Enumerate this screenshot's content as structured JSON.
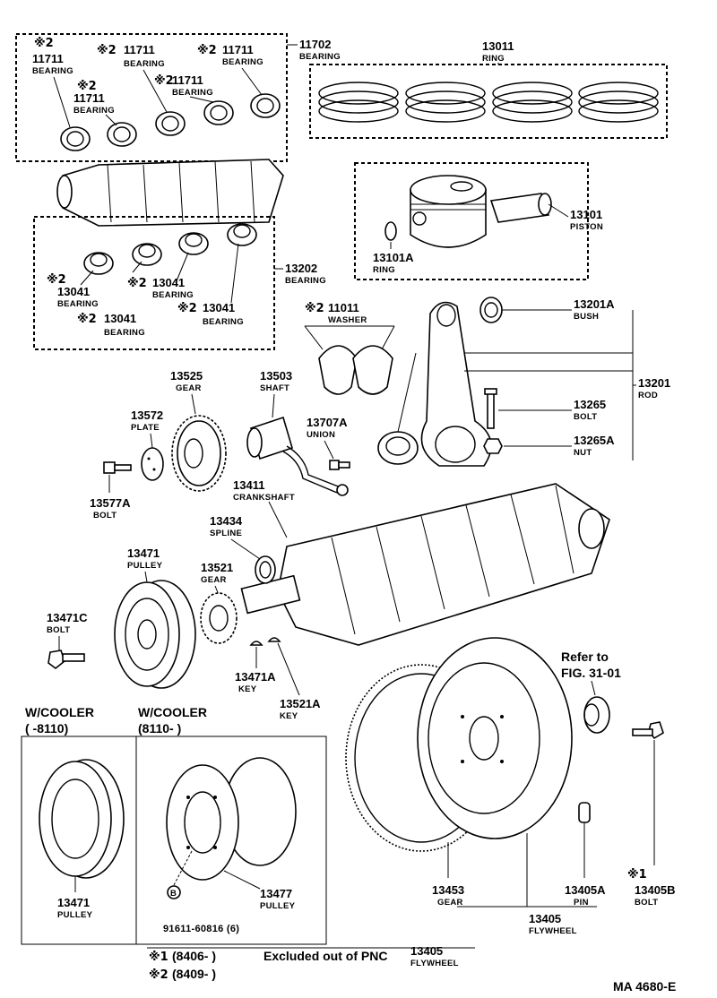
{
  "diagram": {
    "drawing_code": "MA  4680-E",
    "top_bearings": {
      "set": {
        "number": "11702",
        "name": "BEARING"
      },
      "items": [
        {
          "mark": "※2",
          "number": "11711",
          "name": "BEARING"
        },
        {
          "mark": "※2",
          "number": "11711",
          "name": "BEARING"
        },
        {
          "mark": "※2",
          "number": "11711",
          "name": "BEARING"
        },
        {
          "mark": "※2",
          "number": "11711",
          "name": "BEARING"
        },
        {
          "mark": "※2",
          "number": "11711",
          "name": "BEARING"
        }
      ]
    },
    "rings": {
      "number": "13011",
      "name": "RING"
    },
    "piston": {
      "number": "13101",
      "name": "PISTON"
    },
    "piston_ring": {
      "number": "13101A",
      "name": "RING"
    },
    "lower_bearings": {
      "set": {
        "number": "13202",
        "name": "BEARING"
      },
      "items": [
        {
          "mark": "※2",
          "number": "13041",
          "name": "BEARING"
        },
        {
          "mark": "※2",
          "number": "13041",
          "name": "BEARING"
        },
        {
          "mark": "※2",
          "number": "13041",
          "name": "BEARING"
        },
        {
          "mark": "※2",
          "number": "13041",
          "name": "BEARING"
        }
      ]
    },
    "washer": {
      "mark": "※2",
      "number": "11011",
      "name": "WASHER"
    },
    "bush": {
      "number": "13201A",
      "name": "BUSH"
    },
    "rod": {
      "number": "13201",
      "name": "ROD"
    },
    "rod_bolt": {
      "number": "13265",
      "name": "BOLT"
    },
    "rod_nut": {
      "number": "13265A",
      "name": "NUT"
    },
    "gear_13525": {
      "number": "13525",
      "name": "GEAR"
    },
    "shaft": {
      "number": "13503",
      "name": "SHAFT"
    },
    "plate": {
      "number": "13572",
      "name": "PLATE"
    },
    "union": {
      "number": "13707A",
      "name": "UNION"
    },
    "bolt_13577a": {
      "number": "13577A",
      "name": "BOLT"
    },
    "crankshaft": {
      "number": "13411",
      "name": "CRANKSHAFT"
    },
    "spline": {
      "number": "13434",
      "name": "SPLINE"
    },
    "pulley_13471": {
      "number": "13471",
      "name": "PULLEY"
    },
    "gear_13521": {
      "number": "13521",
      "name": "GEAR"
    },
    "bolt_13471c": {
      "number": "13471C",
      "name": "BOLT"
    },
    "key_13471a": {
      "number": "13471A",
      "name": "KEY"
    },
    "key_13521a": {
      "number": "13521A",
      "name": "KEY"
    },
    "refer": {
      "line1": "Refer to",
      "line2": "FIG. 31-01"
    },
    "cooler_left": {
      "line1": "W/COOLER",
      "line2": "(        -8110)"
    },
    "cooler_right": {
      "line1": "W/COOLER",
      "line2": "(8110-        )"
    },
    "inset_pulley_left": {
      "number": "13471",
      "name": "PULLEY"
    },
    "inset_pulley_right": {
      "number": "13477",
      "name": "PULLEY"
    },
    "inset_bolt": {
      "number": "91611-60816 (6)",
      "marker": "B"
    },
    "flywheel_gear": {
      "number": "13453",
      "name": "GEAR"
    },
    "pin": {
      "number": "13405A",
      "name": "PIN"
    },
    "flywheel_bolt": {
      "mark": "※1",
      "number": "13405B",
      "name": "BOLT"
    },
    "flywheel": {
      "number": "13405",
      "name": "FLYWHEEL"
    },
    "notes": [
      {
        "mark": "※1",
        "range": "(8406-          )",
        "text": "Excluded out of PNC",
        "number": "13405",
        "name": "FLYWHEEL"
      },
      {
        "mark": "※2",
        "range": "(8409-          )"
      }
    ]
  }
}
